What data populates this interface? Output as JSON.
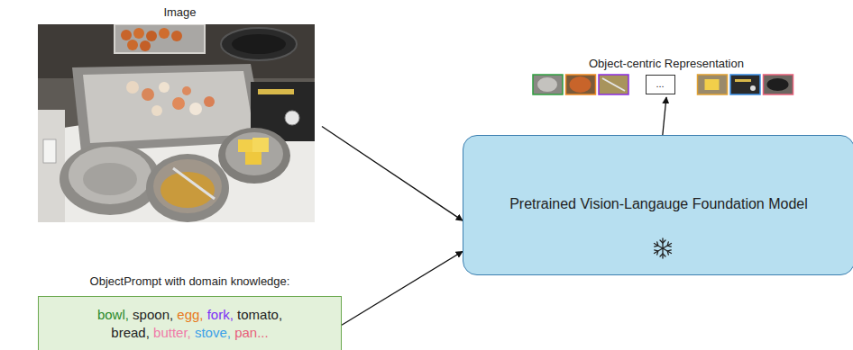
{
  "diagram": {
    "nodes": [
      {
        "text": [
          "Image"
        ]
      },
      {
        "text": [
          "ObjectPrompt with domain knowledge:",
          "bowl, spoon, egg, fork, tomato, bread, butter, stove, pan..."
        ]
      },
      {
        "text": [
          "Pretrained Vision-Langauge Foundation Model"
        ]
      },
      {
        "text": [
          "Object-centric Representation",
          "..."
        ]
      }
    ],
    "edges": [
      {
        "from": 0,
        "to": 2,
        "arrow": "to"
      },
      {
        "from": 1,
        "to": 2,
        "arrow": "to"
      },
      {
        "from": 2,
        "to": 3,
        "arrow": "to"
      }
    ]
  }
}
